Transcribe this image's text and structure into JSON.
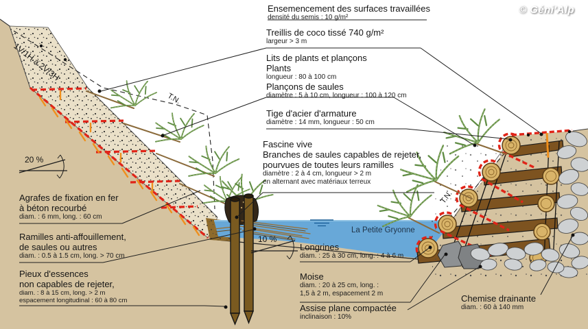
{
  "credit": "© Géni'Alp",
  "annotations": {
    "slope_ratio": "1V/1H à 2V/3H",
    "pct20": "20 %",
    "pct10": "10 %",
    "tn_left": "T.N.",
    "tn_right": "T.N.",
    "river_name": "La Petite Gryonne"
  },
  "callouts": {
    "ensemencement": {
      "title": "Ensemencement des surfaces travaillées",
      "sub1": "densité du semis : 10 g/m²"
    },
    "treillis": {
      "title": "Treillis de coco tissé 740 g/m²",
      "sub1": "largeur > 3 m"
    },
    "lits": {
      "title": "Lits de plants et plançons",
      "plants_title": "Plants",
      "plants_sub": "longueur : 80 à 100 cm",
      "plancons_title": "Plançons de saules",
      "plancons_sub": "diamètre : 5 à 10 cm, longueur : 100 à 120 cm"
    },
    "tige": {
      "title": "Tige d'acier d'armature",
      "sub1": "diamètre : 14 mm, longueur : 50 cm"
    },
    "fascine": {
      "title": "Fascine vive",
      "line2": "Branches de saules capables de rejeter,",
      "line3": "pourvues de toutes leurs ramilles",
      "sub1": "diamètre : 2 à 4 cm, longueur > 2 m",
      "sub2": "en alternant avec matériaux terreux"
    },
    "longrines": {
      "title": "Longrines",
      "sub1": "diam. : 25 à 30 cm, long. : 4 à 6 m"
    },
    "moise": {
      "title": "Moise",
      "sub1": "diam. : 20 à 25 cm, long. :",
      "sub2": "1,5 à 2 m, espacement 2 m"
    },
    "assise": {
      "title": "Assise plane compactée",
      "sub1": "inclinaison : 10%"
    },
    "agrafes": {
      "title1": "Agrafes de fixation en fer",
      "title2": "à béton recourbé",
      "sub1": "diam. : 6 mm, long. : 60 cm"
    },
    "ramilles": {
      "title1": "Ramilles anti-affouillement,",
      "title2": "de saules ou autres",
      "sub1": "diam. : 0.5 à 1.5 cm, long. > 70 cm"
    },
    "pieux": {
      "title1": "Pieux d'essences",
      "title2": "non capables de rejeter,",
      "sub1": "diam. : 8 à 15 cm, long. > 2 m",
      "sub2": "espacement longitudinal : 60 à 80 cm"
    },
    "chemise": {
      "title": "Chemise drainante",
      "sub1": "diam. : 60 à 140 mm"
    }
  },
  "colors": {
    "ground": "#d5c3a0",
    "slope_fill": "#eae0c8",
    "water": "#68a8d8",
    "mesh_red": "#e02418",
    "staple_orange": "#ef8f1c",
    "plant_green": "#5f8c43",
    "wood": "#7d5320",
    "log_end": "#d9b469",
    "stone": "#ced1d3",
    "boulder": "#87898b"
  }
}
